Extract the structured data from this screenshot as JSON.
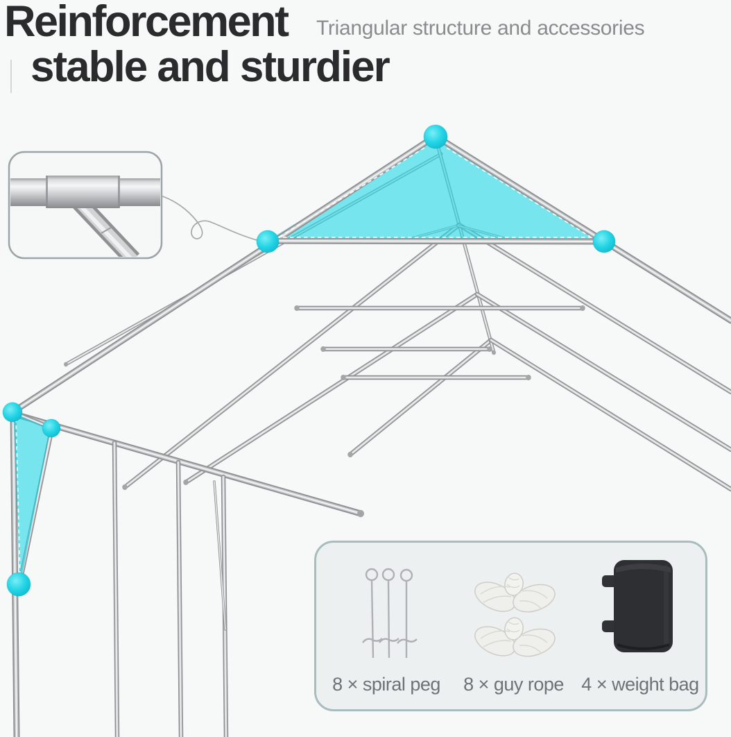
{
  "header": {
    "title_line1": "Reinforcement",
    "title_line2": "stable and sturdier",
    "subtitle": "Triangular structure and accessories"
  },
  "accessories": {
    "items": [
      {
        "icon": "spiral-peg-icon",
        "label": "8 × spiral peg"
      },
      {
        "icon": "guy-rope-icon",
        "label": "8 × guy rope"
      },
      {
        "icon": "weight-bag-icon",
        "label": "4 × weight bag"
      }
    ]
  },
  "diagram": {
    "highlights": [
      "roof-peak-triangle",
      "corner-brace-triangle"
    ],
    "joint_dot_count": 6,
    "inset": "pipe-joint-detail",
    "callout": "curly-connector-line"
  },
  "colors": {
    "background": "#f7f8f8",
    "headline": "#2b2b2e",
    "subtitle_gray": "#8b8b8e",
    "label_gray": "#6f7275",
    "accent_cyan": "#1ed4e5",
    "triangle_fill": "rgba(32,216,232,0.6)",
    "panel_bg": "#edf0f0",
    "panel_border": "#a9bcbd",
    "tube_gray": "#8f9093",
    "bag_black": "#2d2f32"
  }
}
